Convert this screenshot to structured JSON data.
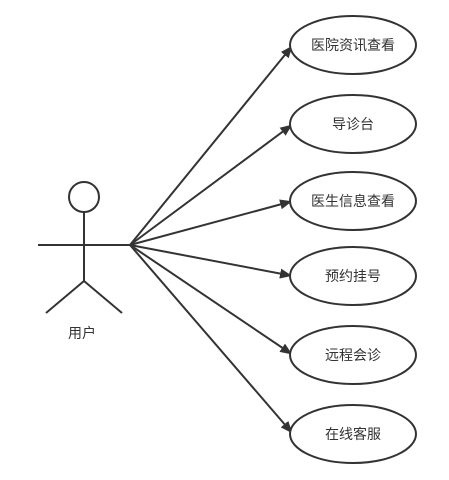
{
  "actor": {
    "label": "用户"
  },
  "use_cases": [
    {
      "label": "医院资讯查看"
    },
    {
      "label": "导诊台"
    },
    {
      "label": "医生信息查看"
    },
    {
      "label": "预约挂号"
    },
    {
      "label": "远程会诊"
    },
    {
      "label": "在线客服"
    }
  ],
  "colors": {
    "stroke": "#333333",
    "text": "#333333",
    "background": "#ffffff"
  }
}
